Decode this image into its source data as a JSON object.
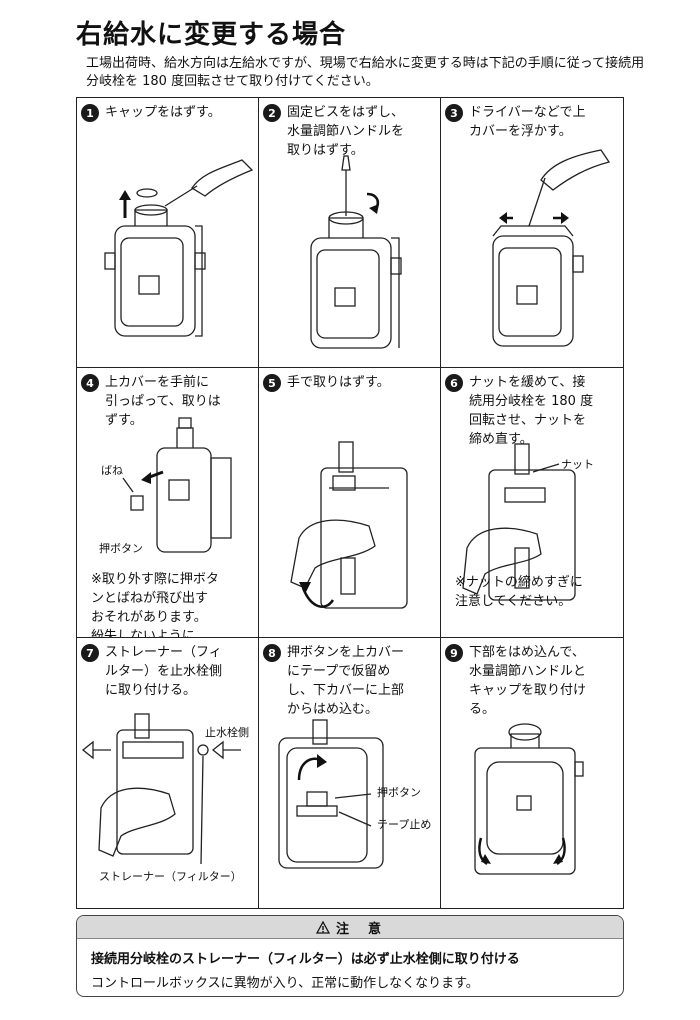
{
  "title": "右給水に変更する場合",
  "intro": "工場出荷時、給水方向は左給水ですが、現場で右給水に変更する時は下記の手順に従って接続用分岐栓を 180 度回転させて取り付けてください。",
  "steps": [
    {
      "num": "1",
      "text": "キャップをはずす。"
    },
    {
      "num": "2",
      "text": "固定ビスをはずし、\n水量調節ハンドルを\n取りはずす。"
    },
    {
      "num": "3",
      "text": "ドライバーなどで上\nカバーを浮かす。"
    },
    {
      "num": "4",
      "text": "上カバーを手前に\n引っぱって、取りは\nずす。",
      "label_spring": "ばね",
      "label_button": "押ボタン",
      "note": "※取り外す際に押ボタ\nンとばねが飛び出す\nおそれがあります。\n紛失しないように、\n注意してください。"
    },
    {
      "num": "5",
      "text": "手で取りはずす。"
    },
    {
      "num": "6",
      "text": "ナットを緩めて、接\n続用分岐栓を 180 度\n回転させ、ナットを\n締め直す。",
      "label_nut": "ナット",
      "note": "※ナットの締めすぎに\n注意してください。"
    },
    {
      "num": "7",
      "text": "ストレーナー（フィ\nルター）を止水栓側\nに取り付ける。",
      "label_side": "止水栓側",
      "label_strainer": "ストレーナー（フィルター）"
    },
    {
      "num": "8",
      "text": "押ボタンを上カバー\nにテープで仮留め\nし、下カバーに上部\nからはめ込む。",
      "label_button": "押ボタン",
      "label_tape": "テープ止め"
    },
    {
      "num": "9",
      "text": "下部をはめ込んで、\n水量調節ハンドルと\nキャップを取り付け\nる。"
    }
  ],
  "caution": {
    "heading": "注　意",
    "icon": "warning-triangle-icon",
    "bold": "接続用分岐栓のストレーナー（フィルター）は必ず止水栓側に取り付ける",
    "text": "コントロールボックスに異物が入り、正常に動作しなくなります。"
  }
}
